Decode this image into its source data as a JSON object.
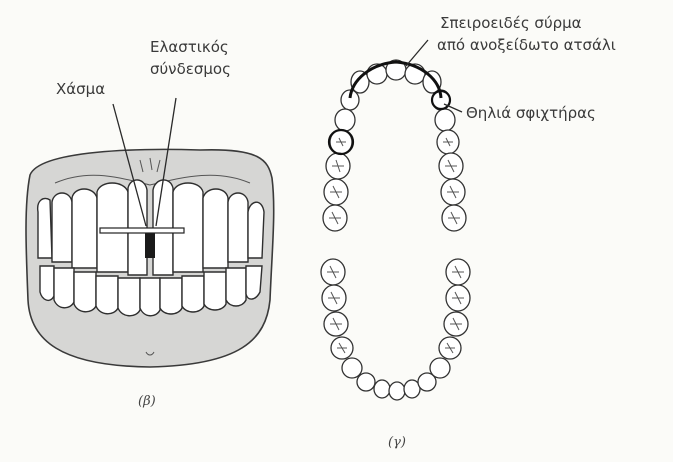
{
  "figure_b": {
    "label_gap": "Χάσμα",
    "label_ligature_line1": "Ελαστικός",
    "label_ligature_line2": "σύνδεσμος",
    "caption": "(β)"
  },
  "figure_c": {
    "label_wire_line1": "Σπειροειδές σύρμα",
    "label_wire_line2": "από ανοξείδωτο ατσάλι",
    "label_bracket": "Θηλιά σφιχτήρας",
    "caption": "(γ)"
  },
  "colors": {
    "gum": "#d6d6d4",
    "tooth": "#ffffff",
    "line": "#2a2a2a",
    "background": "#fbfbf8"
  }
}
